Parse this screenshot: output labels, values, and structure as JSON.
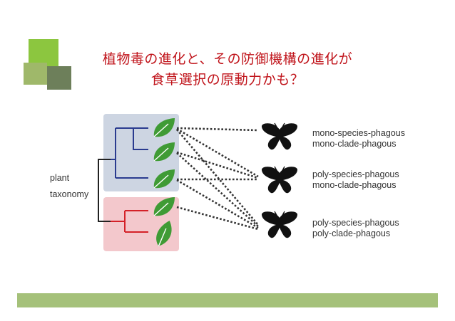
{
  "title": {
    "line1": "植物毒の進化と、その防御機構の進化が",
    "line2": "食草選択の原動力かも？"
  },
  "colors": {
    "title": "#c0141b",
    "deco_green_light": "#8cc63f",
    "deco_green_mid": "#9fb86a",
    "deco_green_dark": "#6d7f5a",
    "footer": "#a5c17a",
    "clade_blue_bg": "#cdd5e2",
    "clade_red_bg": "#f3c8cc",
    "tree_blue": "#2a3b8f",
    "tree_red": "#d42128",
    "leaf": "#3f9b35"
  },
  "diagram": {
    "plant_label": "plant",
    "taxonomy_label": "taxonomy",
    "butterflies": [
      {
        "line1": "mono-species-phagous",
        "line2": "mono-clade-phagous"
      },
      {
        "line1": "poly-species-phagous",
        "line2": "mono-clade-phagous"
      },
      {
        "line1": "poly-species-phagous",
        "line2": "poly-clade-phagous"
      }
    ]
  }
}
